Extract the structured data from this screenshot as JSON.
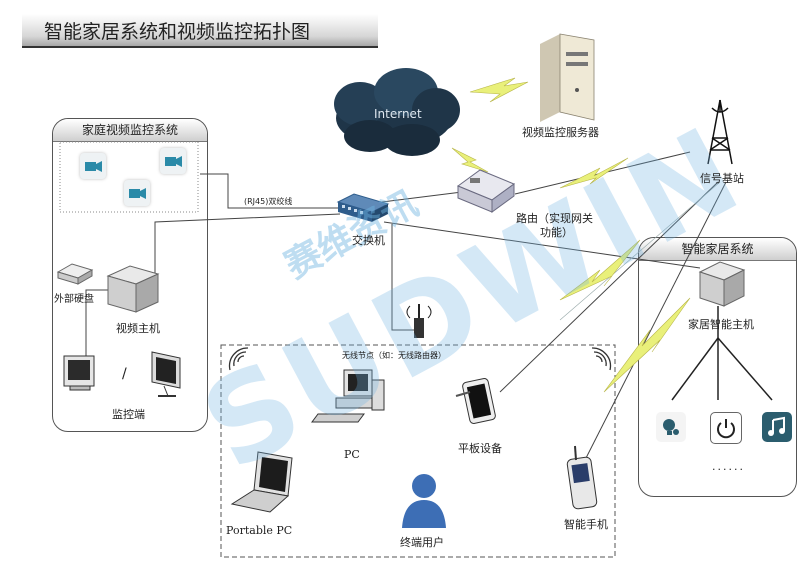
{
  "title": "智能家居系统和视频监控拓扑图",
  "panels": {
    "video": "家庭视频监控系统",
    "smarthome": "智能家居系统"
  },
  "nodes": {
    "internet": "Internet",
    "server": "视频监控服务器",
    "base_station": "信号基站",
    "router_l1": "路由（实现网关",
    "router_l2": "功能）",
    "switch": "交换机",
    "cable": "(RJ45)双绞线",
    "ext_disk": "外部硬盘",
    "video_host": "视频主机",
    "monitor": "监控端",
    "separator": "/",
    "wireless_node": "无线节点（如：无线路由器）",
    "pc": "PC",
    "tablet": "平板设备",
    "laptop": "Portable PC",
    "user": "终端用户",
    "phone": "智能手机",
    "smart_host": "家居智能主机",
    "ellipsis": "......"
  },
  "watermark": {
    "cn": "赛维资讯",
    "en": "SUDWIN"
  },
  "colors": {
    "cloud": "#1f3548",
    "lightning": "#e9f07a",
    "switch": "#2f5d8c",
    "watermark": "#6fb3e0",
    "app_music": "#2b5d6e"
  }
}
